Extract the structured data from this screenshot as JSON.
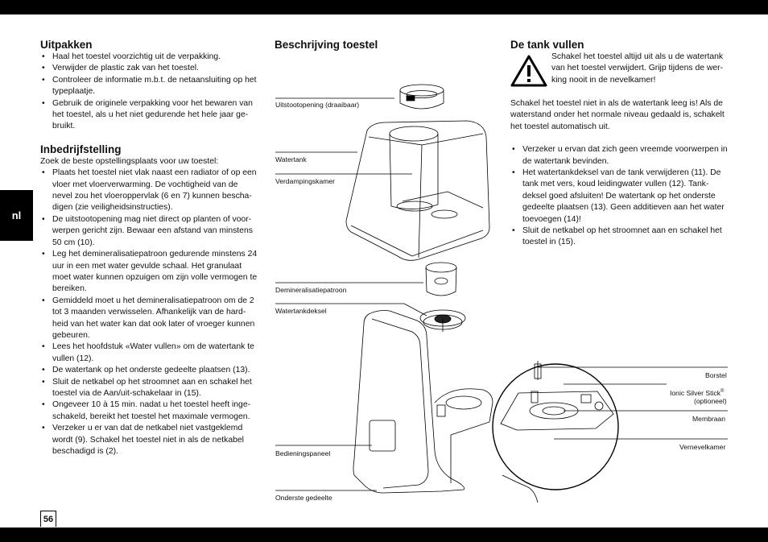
{
  "page": {
    "lang_tab": "nl",
    "page_number": "56"
  },
  "col1": {
    "unpack_title": "Uitpakken",
    "unpack_items": [
      "Haal het toestel voorzichtig uit de verpakking.",
      "Verwijder de plastic zak van het toestel.",
      "Controleer de informatie m.b.t. de netaansluiting op het typeplaatje.",
      "Gebruik de originele verpakking voor het bewaren van het toestel, als u het niet gedurende het hele jaar ge-bruikt."
    ],
    "setup_title": "Inbedrijfstelling",
    "setup_intro": "Zoek de beste opstellingsplaats voor uw toestel:",
    "setup_items": [
      "Plaats het toestel niet vlak naast een radiator of op een vloer met vloerverwarming. De vochtigheid van de nevel zou het vloeroppervlak (6 en 7) kunnen bescha-digen (zie veiligheidsinstructies).",
      "De uitstootopening mag niet direct op planten of voor-werpen gericht zijn. Bewaar een afstand van minstens 50 cm (10).",
      "Leg het demineralisatiepatroon gedurende minstens 24 uur in een met water gevulde schaal. Het granulaat moet water kunnen opzuigen om zijn volle vermogen te bereiken.",
      "Gemiddeld moet u het demineralisatiepatroon om de 2 tot 3 maanden verwisselen. Afhankelijk van de hard-heid van het water kan dat ook later of vroeger kunnen gebeuren.",
      "Lees het hoofdstuk «Water vullen» om de watertank te vullen (12).",
      "De watertank op het onderste gedeelte plaatsen (13).",
      "Sluit de netkabel op het stroomnet aan en schakel het toestel via de Aan/uit-schakelaar in (15).",
      "Ongeveer 10 à 15 min. nadat u het toestel heeft inge-schakeld, bereikt het toestel het maximale vermogen.",
      "Verzeker u er van dat de netkabel niet vastgeklemd wordt (9). Schakel het toestel niet in als de netkabel beschadigd is (2)."
    ]
  },
  "col2": {
    "title": "Beschrijving toestel",
    "labels": {
      "outlet": "Uitstootopening (draaibaar)",
      "tank": "Watertank",
      "chamber": "Verdampingskamer",
      "cartridge": "Demineralisatiepatroon",
      "tank_lid": "Watertankdeksel",
      "panel": "Bedieningspaneel",
      "base": "Onderste gedeelte",
      "brush": "Borstel",
      "ionic_stick": "Ionic Silver Stick",
      "ionic_reg": "®",
      "optional": "(optioneel)",
      "membrane": "Membraan",
      "nebulizer": "Vernevelkamer"
    }
  },
  "col3": {
    "title": "De tank vullen",
    "warning": "Schakel het toestel altijd uit als u de watertank van het toestel verwijdert. Grijp tijdens de wer-king nooit in de nevelkamer!",
    "para": "Schakel het toestel niet in als de watertank leeg is! Als de waterstand onder het normale niveau gedaald is, schakelt het toestel automatisch uit.",
    "items": [
      "Verzeker u ervan dat zich geen vreemde voorwerpen in de watertank bevinden.",
      "Het watertankdeksel van de tank verwijderen (11). De tank met vers, koud leidingwater vullen (12). Tank-deksel goed afsluiten! De watertank op het onderste gedeelte plaatsen (13). Geen additieven aan het water toevoegen (14)!",
      "Sluit de netkabel op het stroomnet aan en schakel het toestel in (15)."
    ]
  }
}
